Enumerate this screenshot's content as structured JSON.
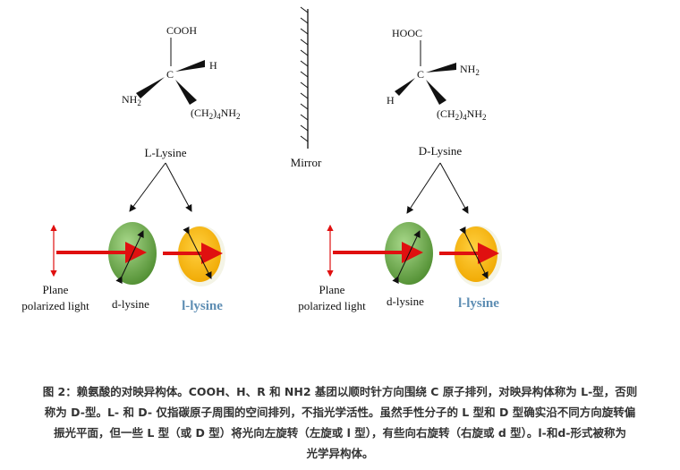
{
  "left_molecule": {
    "top": "COOH",
    "center": "C",
    "right": "H",
    "left": "NH",
    "left_sub": "2",
    "bottom_a": "(CH",
    "bottom_sub1": "2",
    "bottom_b": ")",
    "bottom_sub2": "4",
    "bottom_c": "NH",
    "bottom_sub3": "2",
    "name": "L-Lysine"
  },
  "right_molecule": {
    "top": "HOOC",
    "center": "C",
    "right": "NH",
    "right_sub": "2",
    "left": "H",
    "bottom_a": "(CH",
    "bottom_sub1": "2",
    "bottom_b": ")",
    "bottom_sub2": "4",
    "bottom_c": "NH",
    "bottom_sub3": "2",
    "name": "D-Lysine"
  },
  "mirror_label": "Mirror",
  "left_panel": {
    "plane1": "Plane",
    "plane2": "polarized light",
    "d_label": "d-lysine",
    "l_label": "l-lysine"
  },
  "right_panel": {
    "plane1": "Plane",
    "plane2": "polarized light",
    "d_label": "d-lysine",
    "l_label": "l-lysine"
  },
  "colors": {
    "green": "#5f9e3d",
    "yellow": "#f5b800",
    "red": "#e01010",
    "l_label": "#5d8db3"
  },
  "caption_lines": [
    "图 2：赖氨酸的对映异构体。COOH、H、R 和 NH2 基团以顺时针方向围绕 C 原子排列，对映异构体称为 L-型，否则",
    "称为 D-型。L- 和 D- 仅指碳原子周围的空间排列，不指光学活性。虽然手性分子的 L 型和 D 型确实沿不同方向旋转偏",
    "振光平面，但一些 L 型（或 D 型）将光向左旋转（左旋或 l 型），有些向右旋转（右旋或 d 型）。l-和d-形式被称为",
    "光学异构体。"
  ]
}
